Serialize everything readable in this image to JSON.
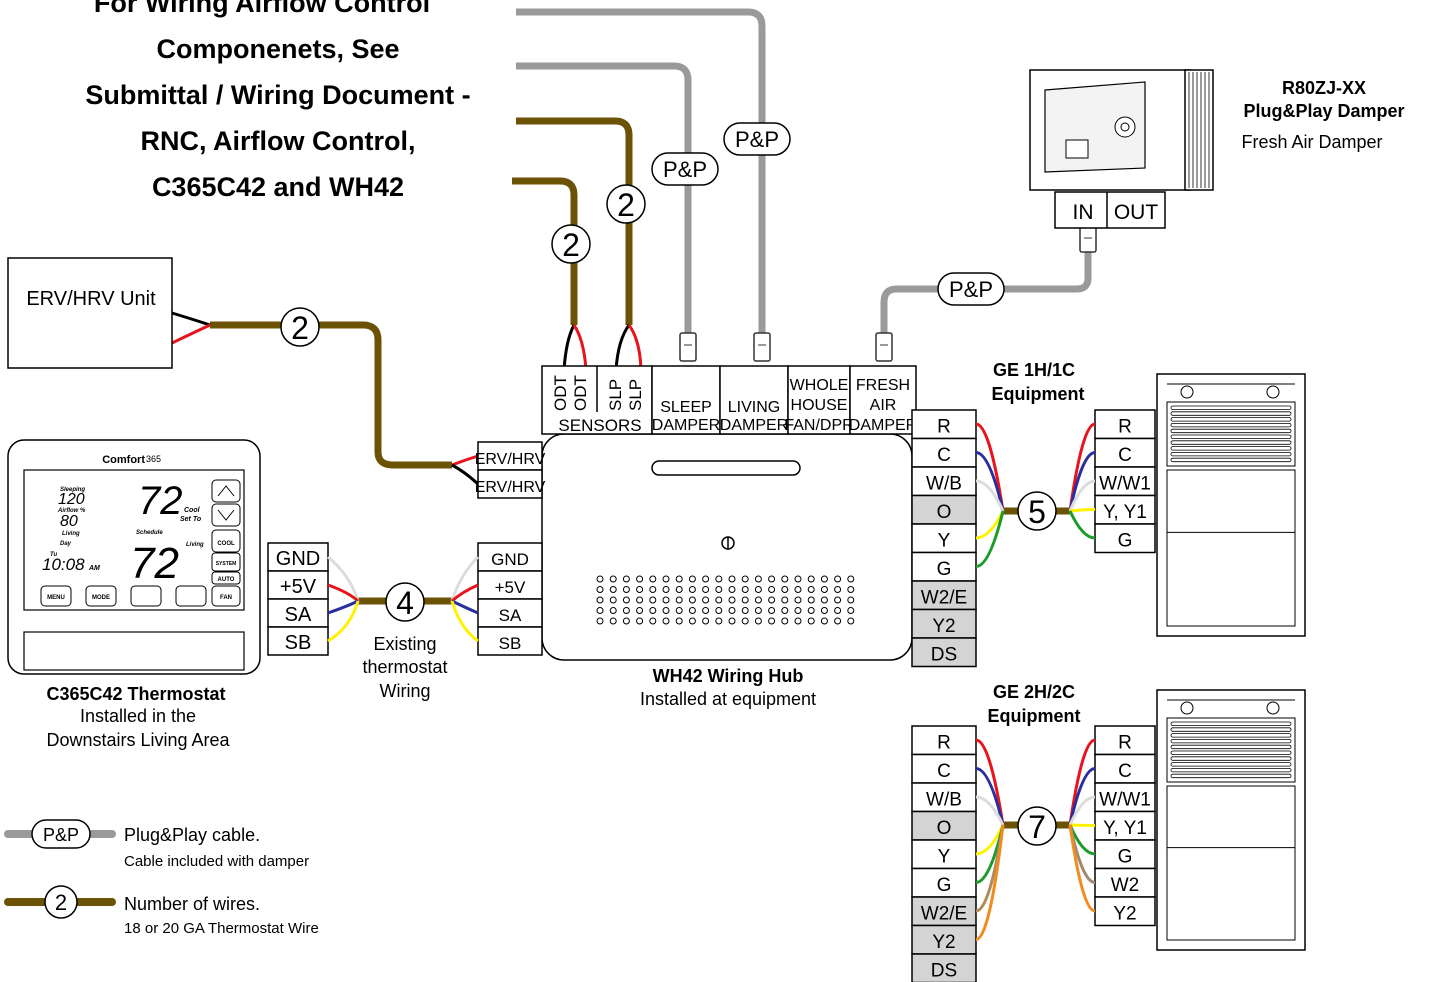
{
  "note_lines": [
    "For Wiring Airflow Control",
    "Componenets, See",
    "Submittal / Wiring Document -",
    "RNC, Airflow Control,",
    "C365C42 and WH42"
  ],
  "damper": {
    "model": "R80ZJ-XX",
    "name": "Plug&Play Damper",
    "desc": "Fresh Air Damper",
    "in": "IN",
    "out": "OUT"
  },
  "erv": {
    "label": "ERV/HRV Unit",
    "wires": "2"
  },
  "thermostat": {
    "brand": "Comfort",
    "brand_sup": "365",
    "sleeping_label": "Sleeping",
    "sleeping_val": "120",
    "airflow_label": "Airflow %",
    "airflow_val": "80",
    "living_label": "Living",
    "day_label": "Day",
    "day_val": "Tu",
    "time": "10:08",
    "ampm": "AM",
    "temp_top": "72",
    "cool_label": "Cool",
    "setto_label": "Set To",
    "schedule_label": "Schedule",
    "living_zone_label": "Living",
    "temp_bottom": "72",
    "buttons": {
      "cool": "COOL",
      "system": "SYSTEM",
      "auto": "AUTO",
      "fan": "FAN",
      "menu": "MENU",
      "mode": "MODE"
    },
    "title": "C365C42 Thermostat",
    "sub1": "Installed in the",
    "sub2": "Downstairs Living Area"
  },
  "tstat_terminals": [
    "GND",
    "+5V",
    "SA",
    "SB"
  ],
  "hub_tstat_terminals": [
    "GND",
    "+5V",
    "SA",
    "SB"
  ],
  "existing": {
    "line1": "Existing",
    "line2": "thermostat",
    "line3": "Wiring",
    "wires": "4"
  },
  "hub": {
    "title": "WH42 Wiring Hub",
    "sub": "Installed at equipment",
    "erv_terms": [
      "ERV/HRV",
      "ERV/HRV"
    ],
    "odt": "ODT",
    "slp": "SLP",
    "sensors": "SENSORS",
    "sleep": [
      "SLEEP",
      "DAMPER"
    ],
    "living": [
      "LIVING",
      "DAMPER"
    ],
    "whole": [
      "WHOLE",
      "HOUSE",
      "FAN/DPR"
    ],
    "fresh": [
      "FRESH",
      "AIR",
      "DAMPER"
    ],
    "equip_terms": [
      "R",
      "C",
      "W/B",
      "O",
      "Y",
      "G",
      "W2/E",
      "Y2",
      "DS"
    ]
  },
  "wire_counts": {
    "odt": "2",
    "slp": "2"
  },
  "pp": "P&P",
  "ge1": {
    "title1": "GE 1H/1C",
    "title2": "Equipment",
    "terms": [
      "R",
      "C",
      "W/W1",
      "Y, Y1",
      "G"
    ],
    "wires": "5"
  },
  "ge2": {
    "title1": "GE 2H/2C",
    "title2": "Equipment",
    "hub_terms": [
      "R",
      "C",
      "W/B",
      "O",
      "Y",
      "G",
      "W2/E",
      "Y2",
      "DS"
    ],
    "terms": [
      "R",
      "C",
      "W/W1",
      "Y, Y1",
      "G",
      "W2",
      "Y2"
    ],
    "wires": "7"
  },
  "legend": {
    "pp_label": "P&P",
    "pp_text": "Plug&Play cable.",
    "pp_sub": "Cable included with damper",
    "wire_label": "2",
    "wire_text": "Number of wires.",
    "wire_sub": "18 or 20 GA Thermostat Wire"
  },
  "colors": {
    "brown": "#6b5204",
    "gray": "#9a9a9a",
    "red": "#e8141d",
    "blue": "#2b2f9e",
    "yellow": "#fff200",
    "green": "#1c9a2a",
    "orange": "#f08c1f",
    "white": "#dcdcdc"
  }
}
